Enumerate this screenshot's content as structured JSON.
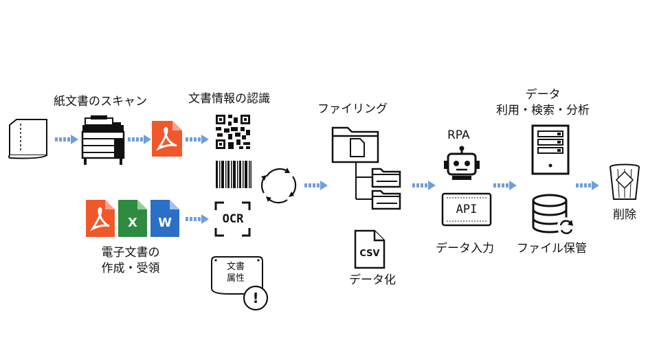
{
  "labels": {
    "paper_scan": "紙文書のスキャン",
    "recognition": "文書情報の認識",
    "filing": "ファイリング",
    "rpa": "RPA",
    "data_title_1": "データ",
    "data_title_2": "利用・検索・分析",
    "delete": "削除",
    "electronic_1": "電子文書の",
    "electronic_2": "作成・受領",
    "data_input": "データ入力",
    "file_storage": "ファイル保管",
    "data_conversion": "データ化"
  },
  "icon_text": {
    "ocr": "OCR",
    "api": "API",
    "csv": "CSV",
    "excel": "X",
    "word": "W",
    "attr_1": "文書",
    "attr_2": "属性",
    "warning": "!"
  },
  "colors": {
    "arrow": "#6f9fd8",
    "pdf": "#f0582b",
    "excel": "#2e8b3f",
    "word": "#2b6fc6",
    "icon": "#111111"
  }
}
